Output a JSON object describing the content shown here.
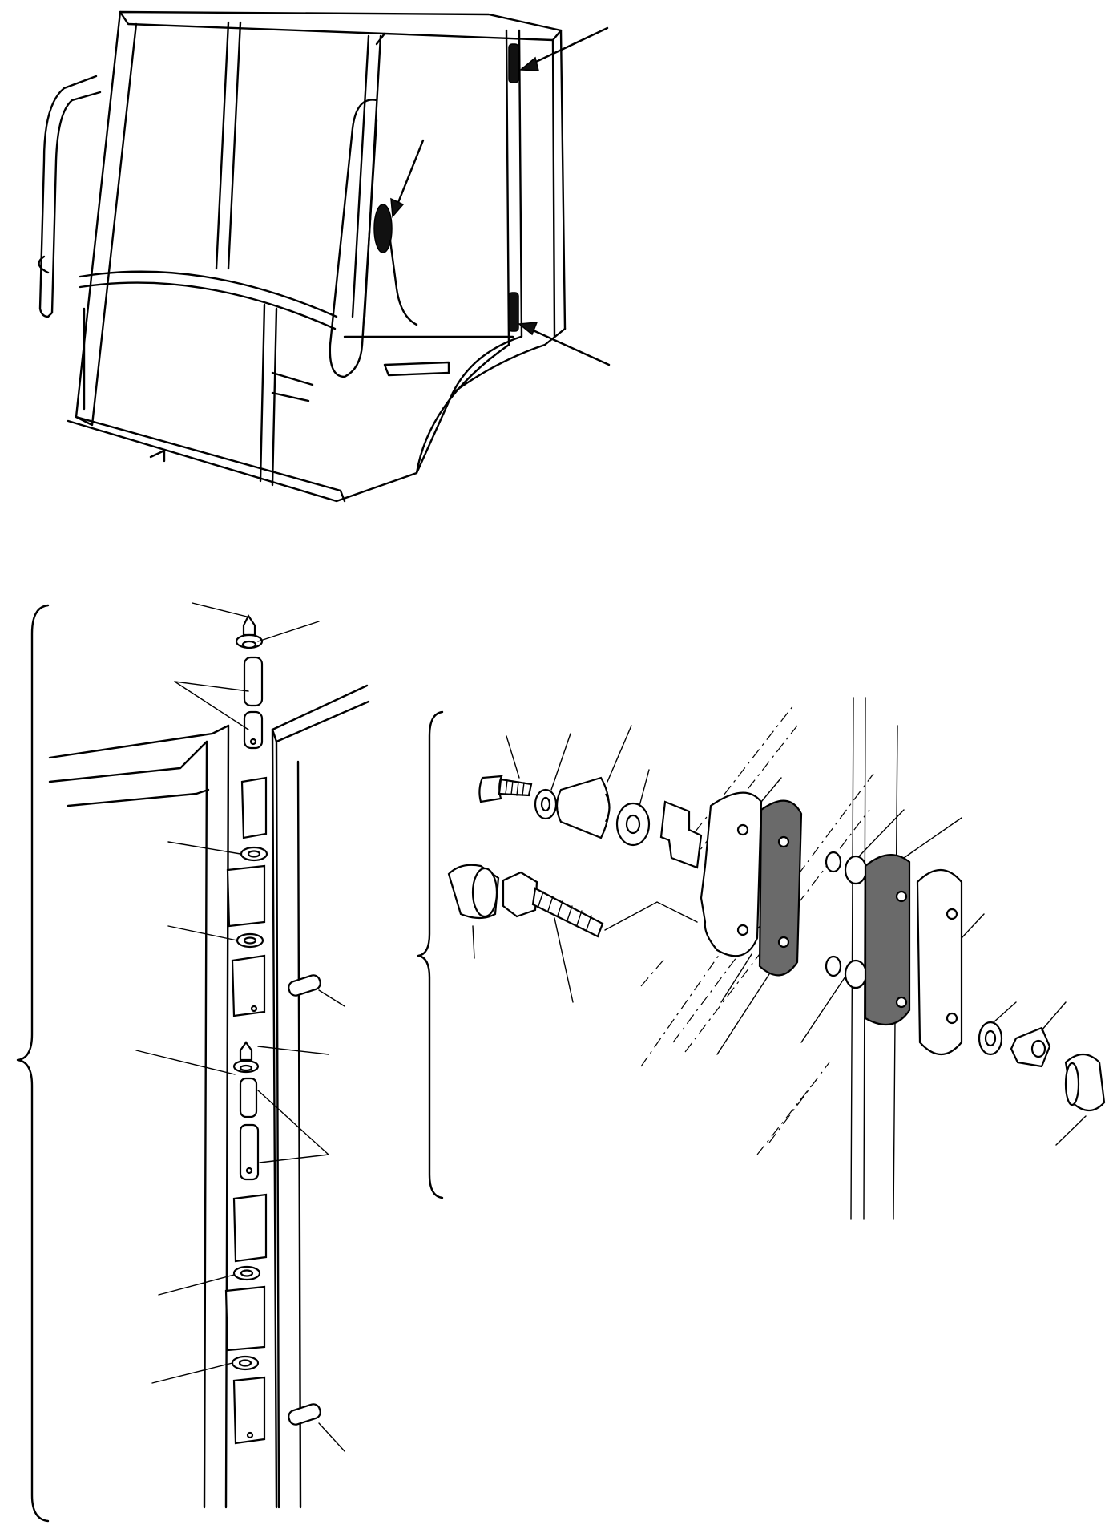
{
  "diagram": {
    "views": [
      {
        "id": "cab-overview"
      },
      {
        "id": "door-hinge-exploded"
      },
      {
        "id": "mount-bracket-exploded"
      }
    ],
    "colors": {
      "line": "#000000",
      "shaded": "#6a6a6a",
      "background": "#ffffff"
    }
  }
}
